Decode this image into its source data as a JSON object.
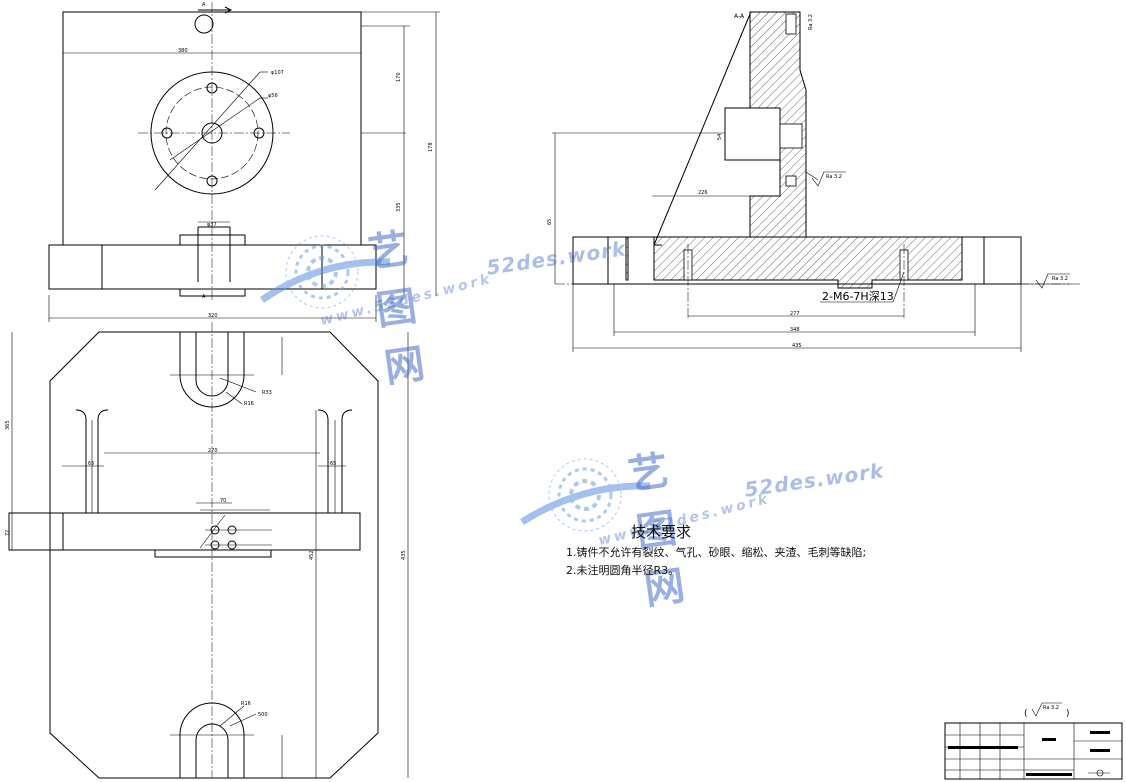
{
  "drawing": {
    "section_label": "A-A",
    "section_marks": [
      "A",
      "A"
    ],
    "thread_note": "2-M6-7H深13",
    "dims": {
      "top_view": [
        "380",
        "170",
        "335",
        "178",
        "φ107",
        "φ56",
        "φ37",
        "320"
      ],
      "bottom_view": [
        "R33",
        "R16",
        "R16",
        "500",
        "270",
        "65",
        "65",
        "70",
        "365",
        "72",
        "452",
        "435"
      ],
      "section_view": [
        "65",
        "54",
        "226",
        "277",
        "348",
        "435",
        "Ra 3.2",
        "Ra 3.2",
        "Ra 3.2"
      ]
    }
  },
  "requirements": {
    "title": "技术要求",
    "items": [
      "1.铸件不允许有裂纹、气孔、砂眼、缩松、夹渣、毛刺等缺陷;",
      "2.未注明圆角半径R3。"
    ]
  },
  "watermark": {
    "cn": "艺图网",
    "en": "52des.work",
    "url": "www.52des.work"
  },
  "title_block": {
    "roughness": "Ra 3.2",
    "roughness_paren_open": "(",
    "roughness_paren_close": ")"
  },
  "colors": {
    "line": "#000000",
    "watermark": "#466ec8"
  }
}
